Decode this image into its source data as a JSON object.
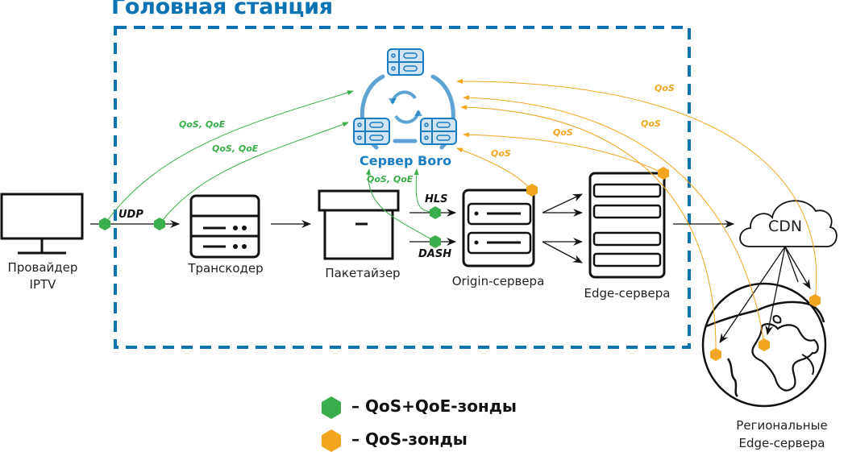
{
  "title": "Головная станция",
  "colors": {
    "headend_border": "#0b73b3",
    "boro_blue": "#1a7cc1",
    "qos_qoe_probe": "#3aae4a",
    "qos_probe": "#f2a51e",
    "line": "#111111"
  },
  "nodes": {
    "provider": {
      "line1": "Провайдер",
      "line2": "IPTV"
    },
    "transcoder": {
      "label": "Транскодер"
    },
    "packager": {
      "label": "Пакетайзер"
    },
    "origin": {
      "label": "Origin-сервера"
    },
    "edge": {
      "label": "Edge-сервера"
    },
    "cdn": {
      "label": "CDN"
    },
    "regional": {
      "line1": "Региональные",
      "line2": "Edge-сервера"
    },
    "boro": {
      "label": "Сервер Boro"
    }
  },
  "flow_labels": {
    "udp": "UDP",
    "hls": "HLS",
    "dash": "DASH"
  },
  "metric_labels": {
    "qos_qoe_1": "QoS, QoE",
    "qos_qoe_2": "QoS, QoE",
    "qos_qoe_3": "QoS, QoE",
    "qos_1": "QoS",
    "qos_2": "QoS",
    "qos_3": "QoS",
    "qos_4": "QoS"
  },
  "legend": [
    {
      "color": "green",
      "text": "– QoS+QoE-зонды"
    },
    {
      "color": "orange",
      "text": "– QoS-зонды"
    }
  ]
}
